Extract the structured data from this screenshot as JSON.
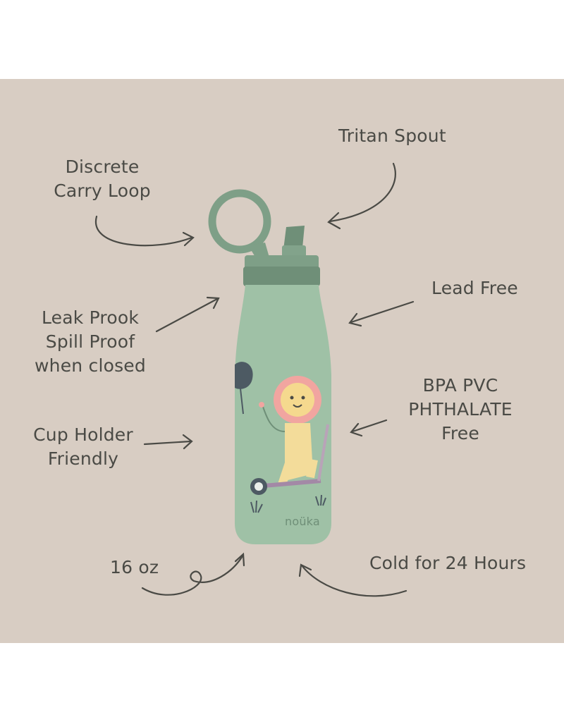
{
  "labels": {
    "tritan_spout": "Tritan Spout",
    "carry_loop": "Discrete\nCarry Loop",
    "lead_free": "Lead Free",
    "leak_proof": "Leak Prook\nSpill Proof\nwhen closed",
    "bpa_free": "BPA PVC\nPHTHALATE\nFree",
    "cup_holder": "Cup Holder\nFriendly",
    "capacity": "16 oz",
    "cold": "Cold for 24 Hours"
  },
  "brand": "noüka",
  "colors": {
    "background": "#d8cdc3",
    "bottle": "#9fc1a6",
    "lid": "#7e9f87",
    "ink": "#4a4a45"
  }
}
